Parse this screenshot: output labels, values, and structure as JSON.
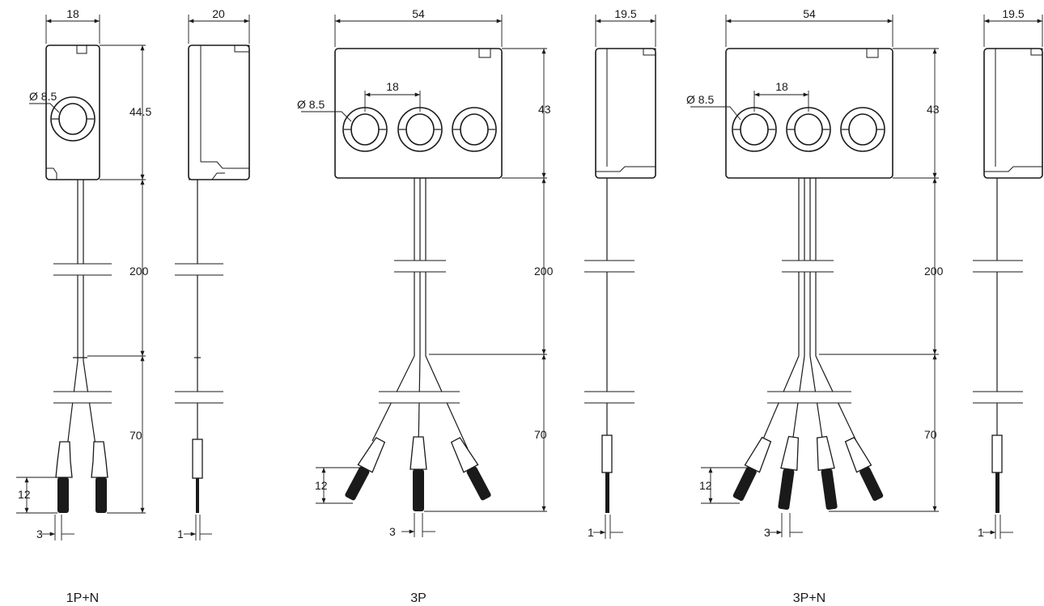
{
  "views": {
    "v1p_front": {
      "width": "18",
      "height": "44.5",
      "hole": "Ø 8.5",
      "cable": "200",
      "lead": "70",
      "ferrule": "12",
      "wire": "3"
    },
    "v1p_side": {
      "width": "20",
      "wire": "1"
    },
    "v3p_front": {
      "width": "54",
      "pitch": "18",
      "height": "43",
      "hole": "Ø 8.5",
      "cable": "200",
      "lead": "70",
      "ferrule": "12",
      "wire": "3"
    },
    "v3p_side": {
      "width": "19.5",
      "wire": "1"
    },
    "v3pn_front": {
      "width": "54",
      "pitch": "18",
      "height": "43",
      "hole": "Ø 8.5",
      "cable": "200",
      "lead": "70",
      "ferrule": "12",
      "wire": "3"
    },
    "v3pn_side": {
      "width": "19.5",
      "wire": "1"
    }
  },
  "captions": {
    "c1": "1P+N",
    "c2": "3P",
    "c3": "3P+N"
  }
}
